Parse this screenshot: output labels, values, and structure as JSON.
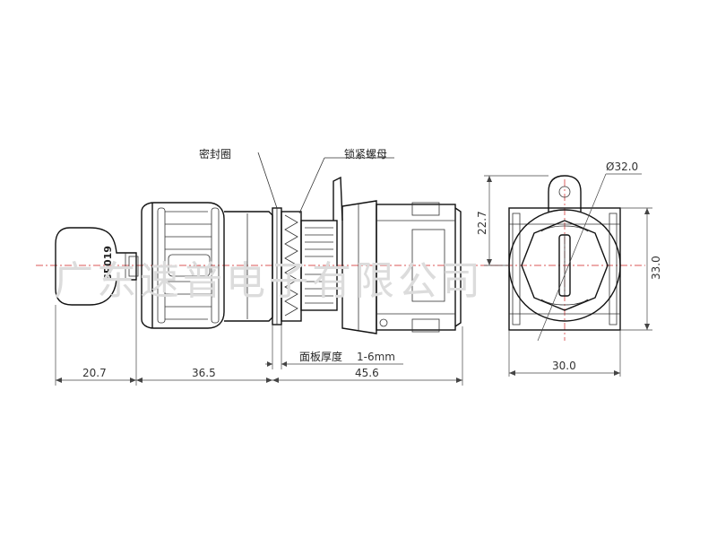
{
  "labels": {
    "seal_ring": "密封圈",
    "lock_nut": "锁紧螺母",
    "panel_thickness": "面板厚度",
    "panel_range": "1-6mm",
    "key_marking": "SP019"
  },
  "dimensions": {
    "key_length": "20.7",
    "head_length": "36.5",
    "body_length": "45.6",
    "diameter": "Ø32.0",
    "center_height": "22.7",
    "overall_height": "33.0",
    "overall_width": "30.0"
  },
  "watermark": "广东速普电子有限公司"
}
